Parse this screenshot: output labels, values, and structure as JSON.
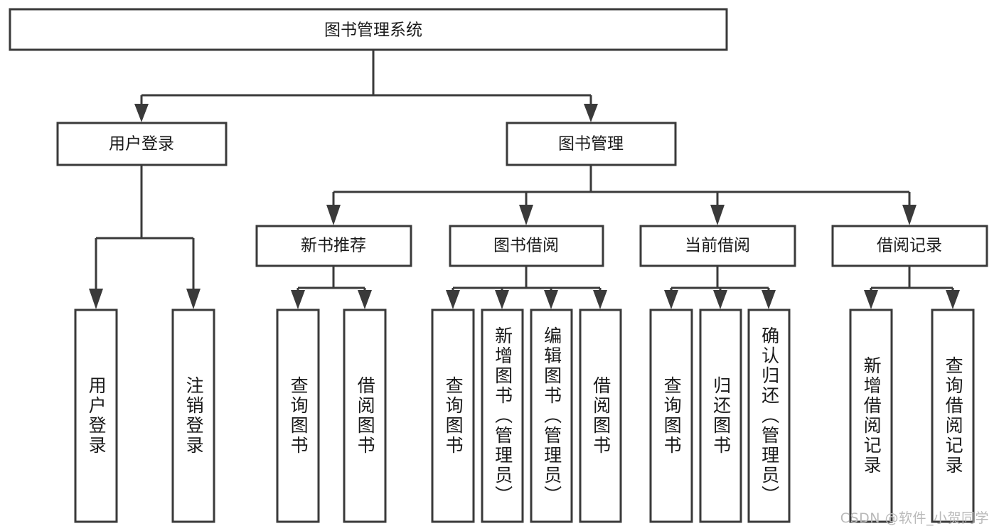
{
  "diagram": {
    "type": "tree",
    "title": "图书管理系统",
    "watermark": "CSDN @软件_小贺同学",
    "colors": {
      "background": "#ffffff",
      "box_fill": "#ffffff",
      "box_stroke": "#3a3a3a",
      "connector": "#3a3a3a",
      "text": "#1a1a1a",
      "watermark": "#b9b9b9"
    },
    "root": {
      "label": "图书管理系统"
    },
    "level2": [
      {
        "id": "user-login",
        "label": "用户登录"
      },
      {
        "id": "book-manage",
        "label": "图书管理"
      }
    ],
    "level3": [
      {
        "id": "new-book-rec",
        "label": "新书推荐",
        "parent": "book-manage"
      },
      {
        "id": "book-borrow",
        "label": "图书借阅",
        "parent": "book-manage"
      },
      {
        "id": "current-borrow",
        "label": "当前借阅",
        "parent": "book-manage"
      },
      {
        "id": "borrow-record",
        "label": "借阅记录",
        "parent": "book-manage"
      }
    ],
    "leaves": [
      {
        "id": "leaf-user-login",
        "label": "用户登录",
        "parent": "user-login"
      },
      {
        "id": "leaf-logout-login",
        "label": "注销登录",
        "parent": "user-login"
      },
      {
        "id": "leaf-query-book-1",
        "label": "查询图书",
        "parent": "new-book-rec"
      },
      {
        "id": "leaf-borrow-book-1",
        "label": "借阅图书",
        "parent": "new-book-rec"
      },
      {
        "id": "leaf-query-book-2",
        "label": "查询图书",
        "parent": "book-borrow"
      },
      {
        "id": "leaf-add-book",
        "label": "新增图书（管理员）",
        "parent": "book-borrow"
      },
      {
        "id": "leaf-edit-book",
        "label": "编辑图书（管理员）",
        "parent": "book-borrow"
      },
      {
        "id": "leaf-borrow-book-2",
        "label": "借阅图书",
        "parent": "book-borrow"
      },
      {
        "id": "leaf-query-book-3",
        "label": "查询图书",
        "parent": "current-borrow"
      },
      {
        "id": "leaf-return-book",
        "label": "归还图书",
        "parent": "current-borrow"
      },
      {
        "id": "leaf-confirm-return",
        "label": "确认归还（管理员）",
        "parent": "current-borrow"
      },
      {
        "id": "leaf-add-record",
        "label": "新增借阅记录",
        "parent": "borrow-record"
      },
      {
        "id": "leaf-query-record",
        "label": "查询借阅记录",
        "parent": "borrow-record"
      }
    ]
  }
}
